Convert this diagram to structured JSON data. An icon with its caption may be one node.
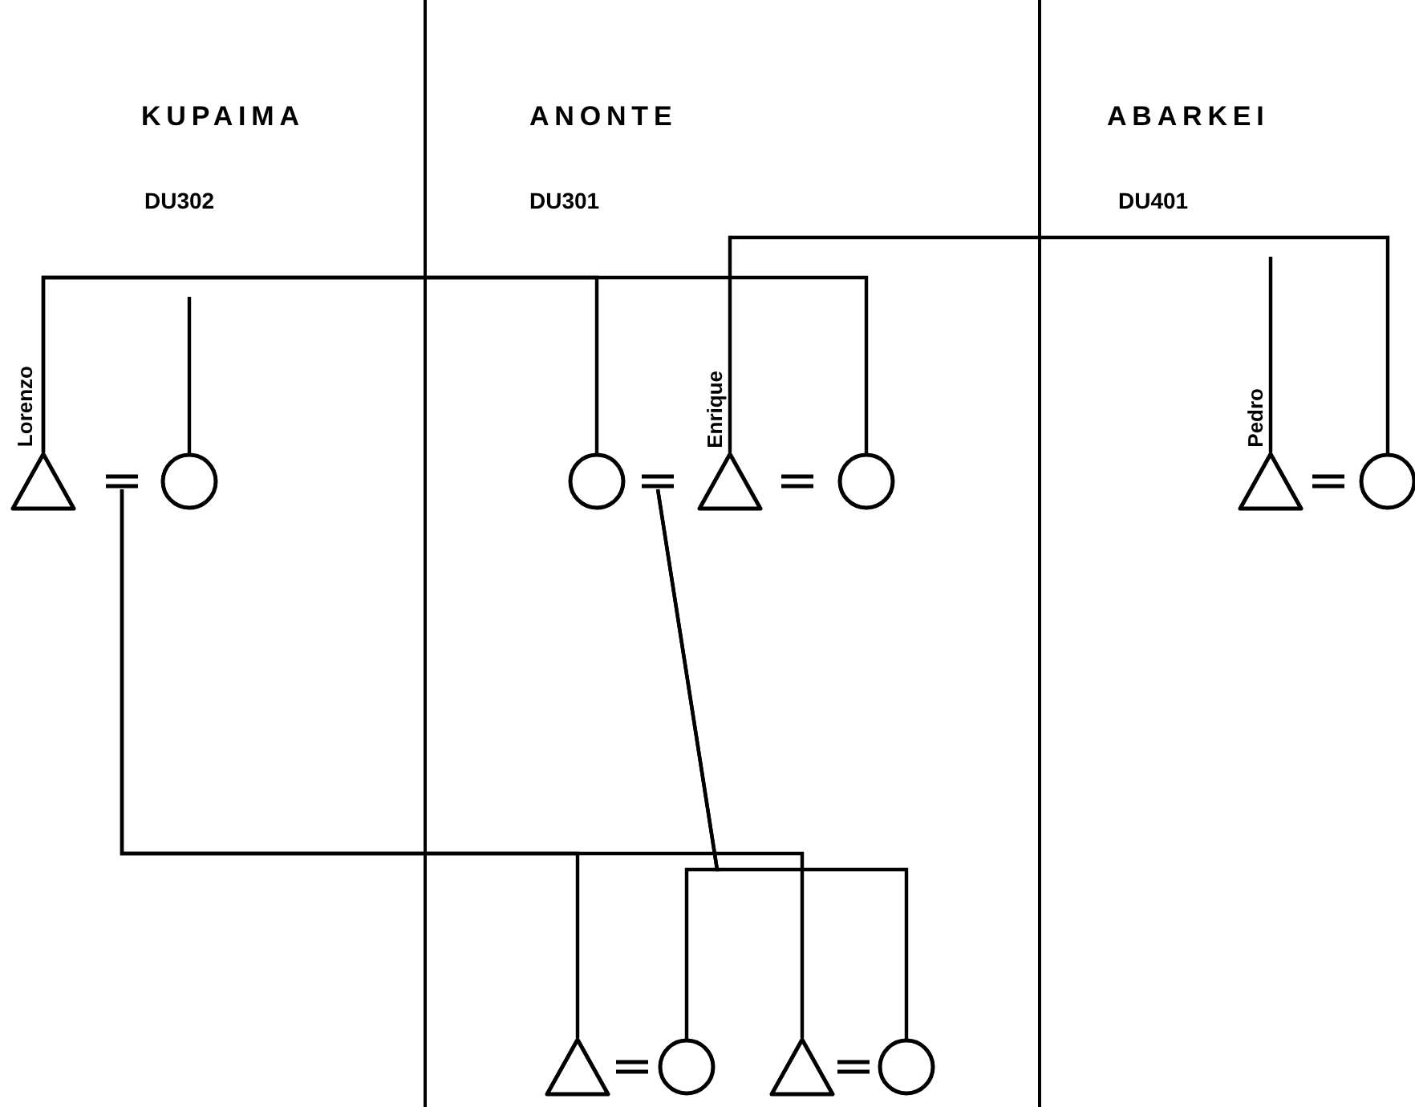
{
  "diagram": {
    "nodes": [
      {
        "text": [],
        "shape": "triangle",
        "beside": [
          "Lorenzo"
        ]
      },
      {
        "text": [],
        "shape": "equals"
      },
      {
        "text": [],
        "shape": "circle"
      },
      {
        "text": [],
        "shape": "circle"
      },
      {
        "text": [],
        "shape": "equals"
      },
      {
        "text": [],
        "shape": "triangle",
        "beside": [
          "Enrique"
        ]
      },
      {
        "text": [],
        "shape": "equals"
      },
      {
        "text": [],
        "shape": "circle"
      },
      {
        "text": [],
        "shape": "triangle",
        "beside": [
          "Pedro"
        ]
      },
      {
        "text": [],
        "shape": "equals"
      },
      {
        "text": [],
        "shape": "circle"
      },
      {
        "text": [],
        "shape": "triangle"
      },
      {
        "text": [],
        "shape": "equals"
      },
      {
        "text": [],
        "shape": "circle"
      },
      {
        "text": [],
        "shape": "triangle"
      },
      {
        "text": [],
        "shape": "equals"
      },
      {
        "text": [],
        "shape": "circle"
      }
    ],
    "edges": [
      {
        "from": 0,
        "to": 3,
        "arrow": "none"
      },
      {
        "from": 0,
        "to": 7,
        "arrow": "none"
      },
      {
        "from": null,
        "to": 2,
        "arrow": "none"
      },
      {
        "from": 5,
        "to": 10,
        "arrow": "none"
      },
      {
        "from": null,
        "to": 8,
        "arrow": "none"
      },
      {
        "from": 1,
        "to": 11,
        "arrow": "none"
      },
      {
        "from": 1,
        "to": 14,
        "arrow": "none"
      },
      {
        "from": 4,
        "to": 13,
        "arrow": "none"
      },
      {
        "from": 4,
        "to": 16,
        "arrow": "none"
      }
    ],
    "labels": [
      "KUPAIMA",
      "ANONTE",
      "ABARKEI",
      "DU302",
      "DU301",
      "DU401"
    ]
  }
}
